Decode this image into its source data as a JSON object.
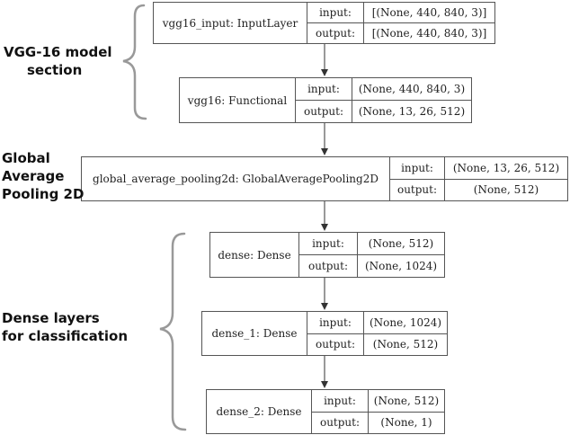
{
  "annotations": {
    "vgg": [
      "VGG-16 model",
      "section"
    ],
    "gap": [
      "Global",
      "Average",
      "Pooling 2D"
    ],
    "dense": [
      "Dense layers",
      "for classification"
    ]
  },
  "nodes": [
    {
      "name": "vgg16_input: InputLayer",
      "in_label": "input:",
      "out_label": "output:",
      "in_val": "[(None, 440, 840, 3)]",
      "out_val": "[(None, 440, 840, 3)]"
    },
    {
      "name": "vgg16: Functional",
      "in_label": "input:",
      "out_label": "output:",
      "in_val": "(None, 440, 840, 3)",
      "out_val": "(None, 13, 26, 512)"
    },
    {
      "name": "global_average_pooling2d: GlobalAveragePooling2D",
      "in_label": "input:",
      "out_label": "output:",
      "in_val": "(None, 13, 26, 512)",
      "out_val": "(None, 512)"
    },
    {
      "name": "dense: Dense",
      "in_label": "input:",
      "out_label": "output:",
      "in_val": "(None, 512)",
      "out_val": "(None, 1024)"
    },
    {
      "name": "dense_1: Dense",
      "in_label": "input:",
      "out_label": "output:",
      "in_val": "(None, 1024)",
      "out_val": "(None, 512)"
    },
    {
      "name": "dense_2: Dense",
      "in_label": "input:",
      "out_label": "output:",
      "in_val": "(None, 512)",
      "out_val": "(None, 1)"
    }
  ]
}
